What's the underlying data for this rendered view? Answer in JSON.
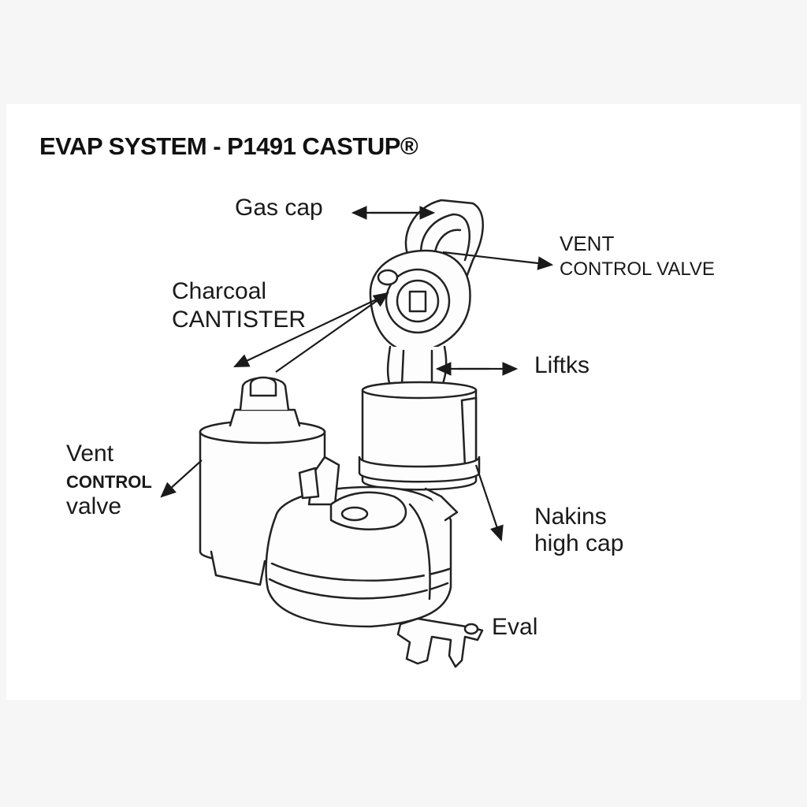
{
  "title": "EVAP SYSTEM - P1491 CASTUP®",
  "labels": {
    "gas_cap": "Gas cap",
    "vent_right_line1": "VENT",
    "vent_right_line2": "CONTROL VALVE",
    "charcoal_line1": "Charcoal",
    "charcoal_line2": "CANTISTER",
    "liftks": "Liftks",
    "vent_left_line1": "Vent",
    "vent_left_line2": "CONTROL",
    "vent_left_line3": "valve",
    "nakins_line1": "Nakins",
    "nakins_line2": "high cap",
    "eval": "Eval"
  },
  "colors": {
    "ink": "#222222",
    "background": "#ffffff"
  }
}
